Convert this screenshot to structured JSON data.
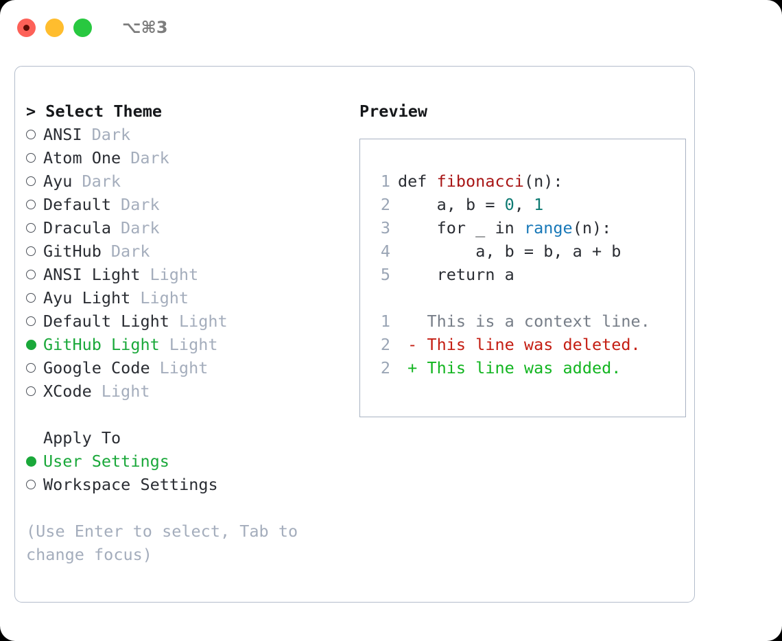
{
  "titlebar": {
    "shortcut": "⌥⌘3",
    "buttons": [
      {
        "name": "close-button",
        "color": "#fd6158"
      },
      {
        "name": "minimize-button",
        "color": "#ffbd2e"
      },
      {
        "name": "maximize-button",
        "color": "#28c840"
      }
    ]
  },
  "theme_picker": {
    "header": "> Select Theme",
    "selected_color": "#1aa83a",
    "tag_color": "#a4adbc",
    "items": [
      {
        "marker": "o",
        "name": "ANSI",
        "tag": "Dark",
        "selected": false
      },
      {
        "marker": "o",
        "name": "Atom One",
        "tag": "Dark",
        "selected": false
      },
      {
        "marker": "o",
        "name": "Ayu",
        "tag": "Dark",
        "selected": false
      },
      {
        "marker": "o",
        "name": "Default",
        "tag": "Dark",
        "selected": false
      },
      {
        "marker": "o",
        "name": "Dracula",
        "tag": "Dark",
        "selected": false
      },
      {
        "marker": "o",
        "name": "GitHub",
        "tag": "Dark",
        "selected": false
      },
      {
        "marker": "o",
        "name": "ANSI Light",
        "tag": "Light",
        "selected": false
      },
      {
        "marker": "o",
        "name": "Ayu Light",
        "tag": "Light",
        "selected": false
      },
      {
        "marker": "o",
        "name": "Default Light",
        "tag": "Light",
        "selected": false
      },
      {
        "marker": "●",
        "name": "GitHub Light",
        "tag": "Light",
        "selected": true
      },
      {
        "marker": "o",
        "name": "Google Code",
        "tag": "Light",
        "selected": false
      },
      {
        "marker": "o",
        "name": "XCode",
        "tag": "Light",
        "selected": false
      }
    ]
  },
  "apply_to": {
    "header": "Apply To",
    "options": [
      {
        "marker": "●",
        "label": "User Settings",
        "selected": true
      },
      {
        "marker": "o",
        "label": "Workspace Settings",
        "selected": false
      }
    ]
  },
  "hint": "(Use Enter to select, Tab to change focus)",
  "preview": {
    "label": "Preview",
    "code_lines": [
      {
        "no": "1",
        "indent": "",
        "parts": [
          {
            "t": "def ",
            "c": "plain"
          },
          {
            "t": "fibonacci",
            "c": "func"
          },
          {
            "t": "(n):",
            "c": "plain"
          }
        ]
      },
      {
        "no": "2",
        "indent": "    ",
        "parts": [
          {
            "t": "a, b = ",
            "c": "plain"
          },
          {
            "t": "0",
            "c": "num"
          },
          {
            "t": ", ",
            "c": "plain"
          },
          {
            "t": "1",
            "c": "num"
          }
        ]
      },
      {
        "no": "3",
        "indent": "    ",
        "parts": [
          {
            "t": "for _ in ",
            "c": "plain"
          },
          {
            "t": "range",
            "c": "call"
          },
          {
            "t": "(n):",
            "c": "plain"
          }
        ]
      },
      {
        "no": "4",
        "indent": "        ",
        "parts": [
          {
            "t": "a, b = b, a + b",
            "c": "plain"
          }
        ]
      },
      {
        "no": "5",
        "indent": "    ",
        "parts": [
          {
            "t": "return a",
            "c": "plain"
          }
        ]
      }
    ],
    "diff_lines": [
      {
        "no": "1",
        "sign": "  ",
        "text": "This is a context line.",
        "kind": "ctx"
      },
      {
        "no": "2",
        "sign": "- ",
        "text": "This line was deleted.",
        "kind": "del"
      },
      {
        "no": "2",
        "sign": "+ ",
        "text": "This line was added.",
        "kind": "add"
      }
    ],
    "colors": {
      "function": "#a81515",
      "number": "#0d7a72",
      "builtin": "#1878b8",
      "context": "#777e88",
      "deleted": "#c41d12",
      "added": "#12b520",
      "lineno": "#9aa5b5"
    }
  }
}
